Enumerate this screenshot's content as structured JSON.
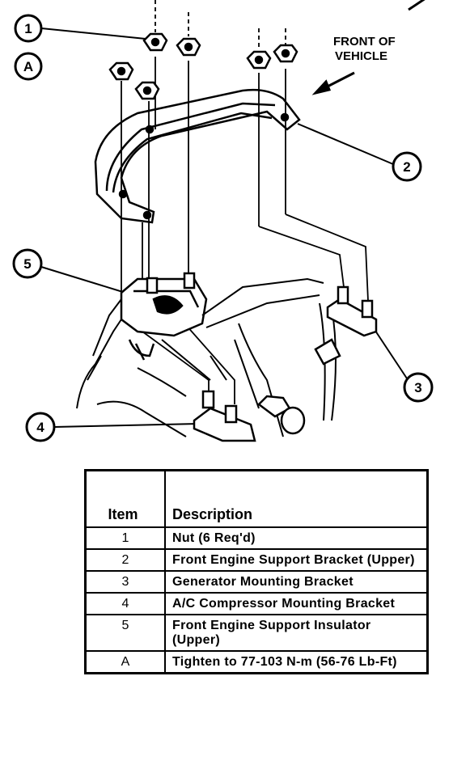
{
  "callouts": {
    "c1": "1",
    "cA": "A",
    "c2": "2",
    "c3": "3",
    "c4": "4",
    "c5": "5"
  },
  "direction_label": {
    "line1": "FRONT OF",
    "line2": "VEHICLE"
  },
  "table": {
    "headers": {
      "item": "Item",
      "description": "Description"
    },
    "rows": [
      {
        "item": "1",
        "description": "Nut (6 Req'd)"
      },
      {
        "item": "2",
        "description": "Front Engine Support Bracket (Upper)"
      },
      {
        "item": "3",
        "description": "Generator Mounting Bracket"
      },
      {
        "item": "4",
        "description": "A/C Compressor Mounting Bracket"
      },
      {
        "item": "5",
        "description": "Front Engine Support Insulator (Upper)"
      },
      {
        "item": "A",
        "description": "Tighten to 77-103 N-m (56-76 Lb-Ft)"
      }
    ]
  }
}
